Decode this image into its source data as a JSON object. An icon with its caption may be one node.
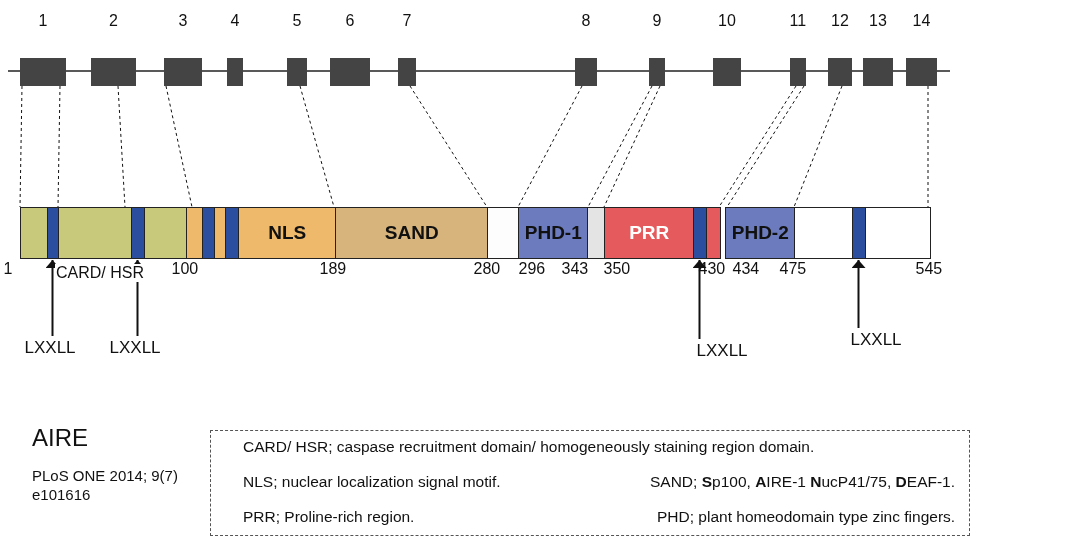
{
  "diagram": {
    "nodes": [
      {
        "text": [],
        "shape": "box",
        "beside": [
          "1"
        ]
      },
      {
        "text": [],
        "shape": "box",
        "beside": [
          "2"
        ]
      },
      {
        "text": [],
        "shape": "box",
        "beside": [
          "3"
        ]
      },
      {
        "text": [],
        "shape": "box",
        "beside": [
          "4"
        ]
      },
      {
        "text": [],
        "shape": "box",
        "beside": [
          "5"
        ]
      },
      {
        "text": [],
        "shape": "box",
        "beside": [
          "6"
        ]
      },
      {
        "text": [],
        "shape": "box",
        "beside": [
          "7"
        ]
      },
      {
        "text": [],
        "shape": "box",
        "beside": [
          "8"
        ]
      },
      {
        "text": [],
        "shape": "box",
        "beside": [
          "9"
        ]
      },
      {
        "text": [],
        "shape": "box",
        "beside": [
          "10"
        ]
      },
      {
        "text": [],
        "shape": "box",
        "beside": [
          "11"
        ]
      },
      {
        "text": [],
        "shape": "box",
        "beside": [
          "12"
        ]
      },
      {
        "text": [],
        "shape": "box",
        "beside": [
          "13"
        ]
      },
      {
        "text": [],
        "shape": "box",
        "beside": [
          "14"
        ]
      },
      {
        "text": [],
        "shape": "bar"
      },
      {
        "text": [],
        "shape": "bar"
      },
      {
        "text": [],
        "shape": "bar"
      },
      {
        "text": [],
        "shape": "bar"
      },
      {
        "text": [],
        "shape": "bar"
      },
      {
        "text": [],
        "shape": "bar"
      },
      {
        "text": [],
        "shape": "bar"
      },
      {
        "text": [],
        "shape": "bar"
      },
      {
        "text": [],
        "shape": "bar"
      },
      {
        "text": [
          "NLS"
        ]
      },
      {
        "text": [
          "SAND"
        ]
      },
      {
        "text": [],
        "shape": "bar"
      },
      {
        "text": [
          "PHD-1"
        ]
      },
      {
        "text": [],
        "shape": "bar"
      },
      {
        "text": [
          "PRR"
        ]
      },
      {
        "text": [],
        "shape": "bar"
      },
      {
        "text": [],
        "shape": "bar"
      },
      {
        "text": [
          "PHD-2"
        ]
      },
      {
        "text": [],
        "shape": "bar"
      },
      {
        "text": [],
        "shape": "bar"
      },
      {
        "text": [],
        "shape": "bar"
      },
      {
        "text": [
          "LXXLL"
        ]
      },
      {
        "text": [
          "LXXLL"
        ]
      },
      {
        "text": [
          "LXXLL"
        ]
      },
      {
        "text": [
          "LXXLL"
        ]
      }
    ],
    "edges": [
      {
        "from": 0,
        "to": 14,
        "arrow": "none",
        "style": "dashed"
      },
      {
        "from": 0,
        "to": 16,
        "arrow": "none",
        "style": "dashed"
      },
      {
        "from": 1,
        "to": 16,
        "arrow": "none",
        "style": "dashed"
      },
      {
        "from": 2,
        "to": 19,
        "arrow": "none",
        "style": "dashed"
      },
      {
        "from": 4,
        "to": 23,
        "arrow": "none",
        "style": "dashed"
      },
      {
        "from": 6,
        "to": 25,
        "arrow": "none",
        "style": "dashed"
      },
      {
        "from": 7,
        "to": 26,
        "arrow": "none",
        "style": "dashed"
      },
      {
        "from": 8,
        "to": 27,
        "arrow": "none",
        "style": "dashed"
      },
      {
        "from": 8,
        "to": 28,
        "arrow": "none",
        "style": "dashed"
      },
      {
        "from": 10,
        "to": 30,
        "arrow": "none",
        "style": "dashed"
      },
      {
        "from": 10,
        "to": 31,
        "arrow": "none",
        "style": "dashed"
      },
      {
        "from": 11,
        "to": 32,
        "arrow": "none",
        "style": "dashed"
      },
      {
        "from": 13,
        "to": 34,
        "arrow": "none",
        "style": "dashed"
      },
      {
        "from": 35,
        "to": 15,
        "arrow": "to"
      },
      {
        "from": 36,
        "to": 17,
        "arrow": "to"
      },
      {
        "from": 37,
        "to": 29,
        "arrow": "to"
      },
      {
        "from": 38,
        "to": 33,
        "arrow": "to"
      }
    ],
    "labels": [
      "1",
      "CARD/ HSR",
      "100",
      "189",
      "280",
      "296",
      "343",
      "350",
      "430",
      "434",
      "475",
      "545",
      "AIRE",
      "PLoS ONE 2014; 9(7) e101616",
      "CARD/ HSR;  caspase recruitment domain/ homogeneously staining region domain.",
      "NLS; nuclear localization signal motif.",
      "SAND; **S**p100, **A**IRE-1 **N**ucP41/75, **D**EAF-1.",
      "PRR;  Proline-rich region.",
      "PHD; plant homeodomain type zinc fingers."
    ]
  }
}
